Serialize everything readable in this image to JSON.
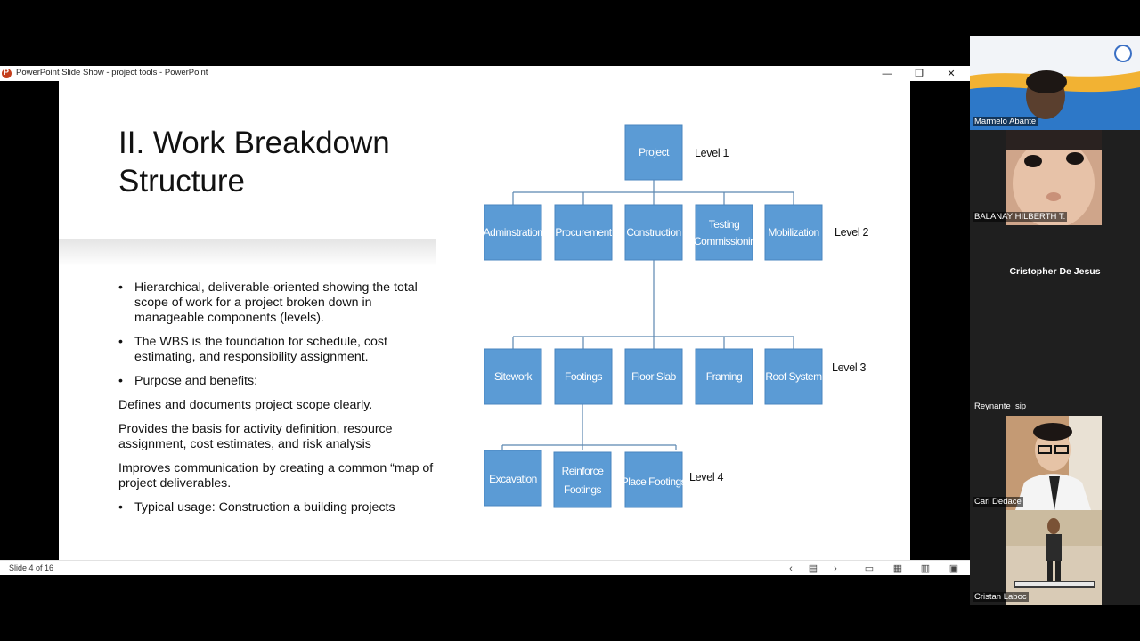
{
  "window": {
    "title": "PowerPoint Slide Show  -  project tools - PowerPoint",
    "minimize_glyph": "—",
    "restore_glyph": "❐",
    "close_glyph": "✕"
  },
  "slide": {
    "title_line1": "II. Work Breakdown",
    "title_line2": "Structure",
    "bullets": [
      "Hierarchical, deliverable-oriented showing the total scope of work for a project broken down in manageable components (levels).",
      "The WBS is the foundation for schedule, cost estimating, and responsibility assignment.",
      "Purpose and benefits:"
    ],
    "plain_paragraphs": [
      "Defines and documents project scope clearly.",
      "Provides the basis for activity definition, resource assignment, cost estimates, and risk analysis",
      "Improves communication by creating a common “map of project deliverables."
    ],
    "last_bullet": "Typical usage: Construction a building projects"
  },
  "wbs": {
    "level1": {
      "label": "Level 1",
      "nodes": [
        "Project"
      ]
    },
    "level2": {
      "label": "Level 2",
      "nodes": [
        "Adminstration",
        "Procurement",
        "Construction",
        "Testing",
        "&Commissioning",
        "Mobilization"
      ]
    },
    "level3": {
      "label": "Level 3",
      "nodes": [
        "Sitework",
        "Footings",
        "Floor Slab",
        "Framing",
        "Roof System"
      ]
    },
    "level4": {
      "label": "Level 4",
      "nodes": [
        "Excavation",
        "Reinforce",
        "Footings",
        "Place Footings"
      ]
    },
    "box_color": "#5b9bd5"
  },
  "statusbar": {
    "slide_count": "Slide 4 of 16",
    "prev_icon": "previous-slide-icon",
    "next_icon": "next-slide-icon"
  },
  "participants": {
    "tile1": "Marmelo Abante",
    "tile2": "BALANAY HILBERTH T.",
    "tile3": "Cristopher De Jesus",
    "tile4": "Reynante Isip",
    "tile5": "Carl Dedace",
    "tile6": "Cristan Laboc"
  }
}
